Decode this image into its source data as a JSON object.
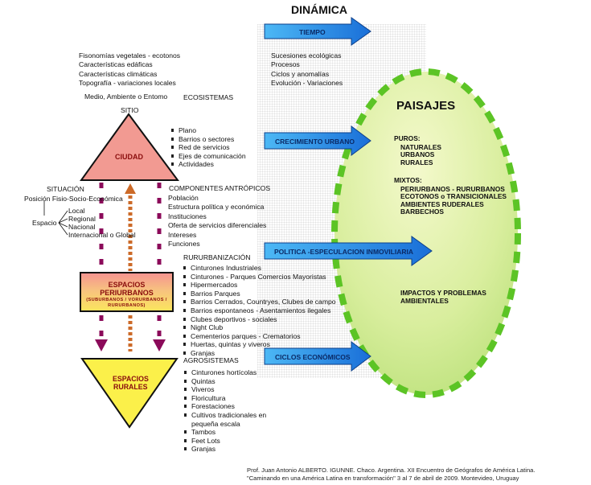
{
  "title": "DINÁMICA",
  "paisajes": {
    "title": "PAISAJES",
    "puros_header": "PUROS:",
    "puros": [
      "NATURALES",
      "URBANOS",
      "RURALES"
    ],
    "mixtos_header": "MIXTOS:",
    "mixtos": [
      "PERIURBANOS - RURURBANOS",
      "ECOTONOS o TRANSICIONALES",
      "AMBIENTES RUDERALES",
      "BARBECHOS"
    ],
    "impactos": [
      "IMPACTOS Y PROBLEMAS",
      "AMBIENTALES"
    ]
  },
  "arrows": {
    "tiempo": "TIEMPO",
    "crecimiento": "CRECIMIENTO URBANO",
    "politica": "POLITICA -ESPECULACION INMOVILIARIA",
    "ciclos": "CICLOS ECONÓMICOS"
  },
  "tiempo_items": [
    "Sucesiones ecológicas",
    "Procesos",
    "Ciclos y anomalías",
    "Evolución - Variaciones"
  ],
  "medio": {
    "items": [
      "Fisonomías vegetales - ecotonos",
      "Características edáficas",
      "Características climáticas",
      "Topografía - variaciones locales"
    ],
    "label": "Medio, Ambiente o Entomo",
    "ecosistemas": "ECOSISTEMAS"
  },
  "sitio": "SITIO",
  "ciudad": {
    "label": "CIUDAD",
    "items": [
      "Plano",
      "Barrios o sectores",
      "Red de servicios",
      "Ejes de comunicación",
      "Actividades"
    ]
  },
  "situacion": {
    "title": "SITUACIÓN",
    "posicion": "Posición Fisio-Socio-Económica",
    "espacio": "Espacio",
    "scales": [
      "Local",
      "Regional",
      "Nacional",
      "Internacional o Global"
    ]
  },
  "componentes": {
    "title": "COMPONENTES ANTRÓPICOS",
    "items": [
      "Población",
      "Estructura política y económica",
      "Instituciones",
      "Oferta de servicios diferenciales",
      "Intereses",
      "Funciones"
    ]
  },
  "rururbanizacion": {
    "title": "RURURBANIZACIÓN",
    "items": [
      "Cinturones Industriales",
      "Cinturones - Parques Comercios Mayoristas",
      "Hipermercados",
      "Barrios Parques",
      "Barrios Cerrados, Countryes, Clubes de campo",
      "Barrios espontaneos - Asentamientos ilegales",
      "Clubes deportivos - sociales",
      "Night Club",
      "Cementerios parques - Crematorios",
      "Huertas, quintas y viveros",
      "Granjas"
    ]
  },
  "periurbanos": {
    "label": "ESPACIOS PERIURBANOS",
    "sub": "(SUBURBANOS / VORURBANOS / RURURBANOS)"
  },
  "rurales": {
    "label_1": "ESPACIOS",
    "label_2": "RURALES"
  },
  "agrosistemas": {
    "title": "AGROSISTEMAS",
    "items": [
      "Cinturones hortícolas",
      "Quintas",
      "Viveros",
      "Floricultura",
      "Forestaciones",
      "Cultivos tradicionales en",
      "pequeña escala",
      "Tambos",
      "Feet Lots",
      "Granjas"
    ]
  },
  "credit": {
    "line1": "Prof. Juan Antonio ALBERTO. IGUNNE. Chaco. Argentina. XII Encuentro de Geógrafos de América Latina.",
    "line2": "\"Caminando en una América Latina en transformación\" 3 al 7 de abril de 2009. Montevideo, Uruguay"
  },
  "colors": {
    "arrow_blue": "#1e90e6",
    "ellipse_fill": "#d8ef98",
    "ellipse_dash": "#5cc425",
    "ciudad": "#f29a92",
    "rurales": "#fbf04a",
    "dash_purple": "#8b0a5a",
    "dash_orange": "#cc6a28"
  }
}
